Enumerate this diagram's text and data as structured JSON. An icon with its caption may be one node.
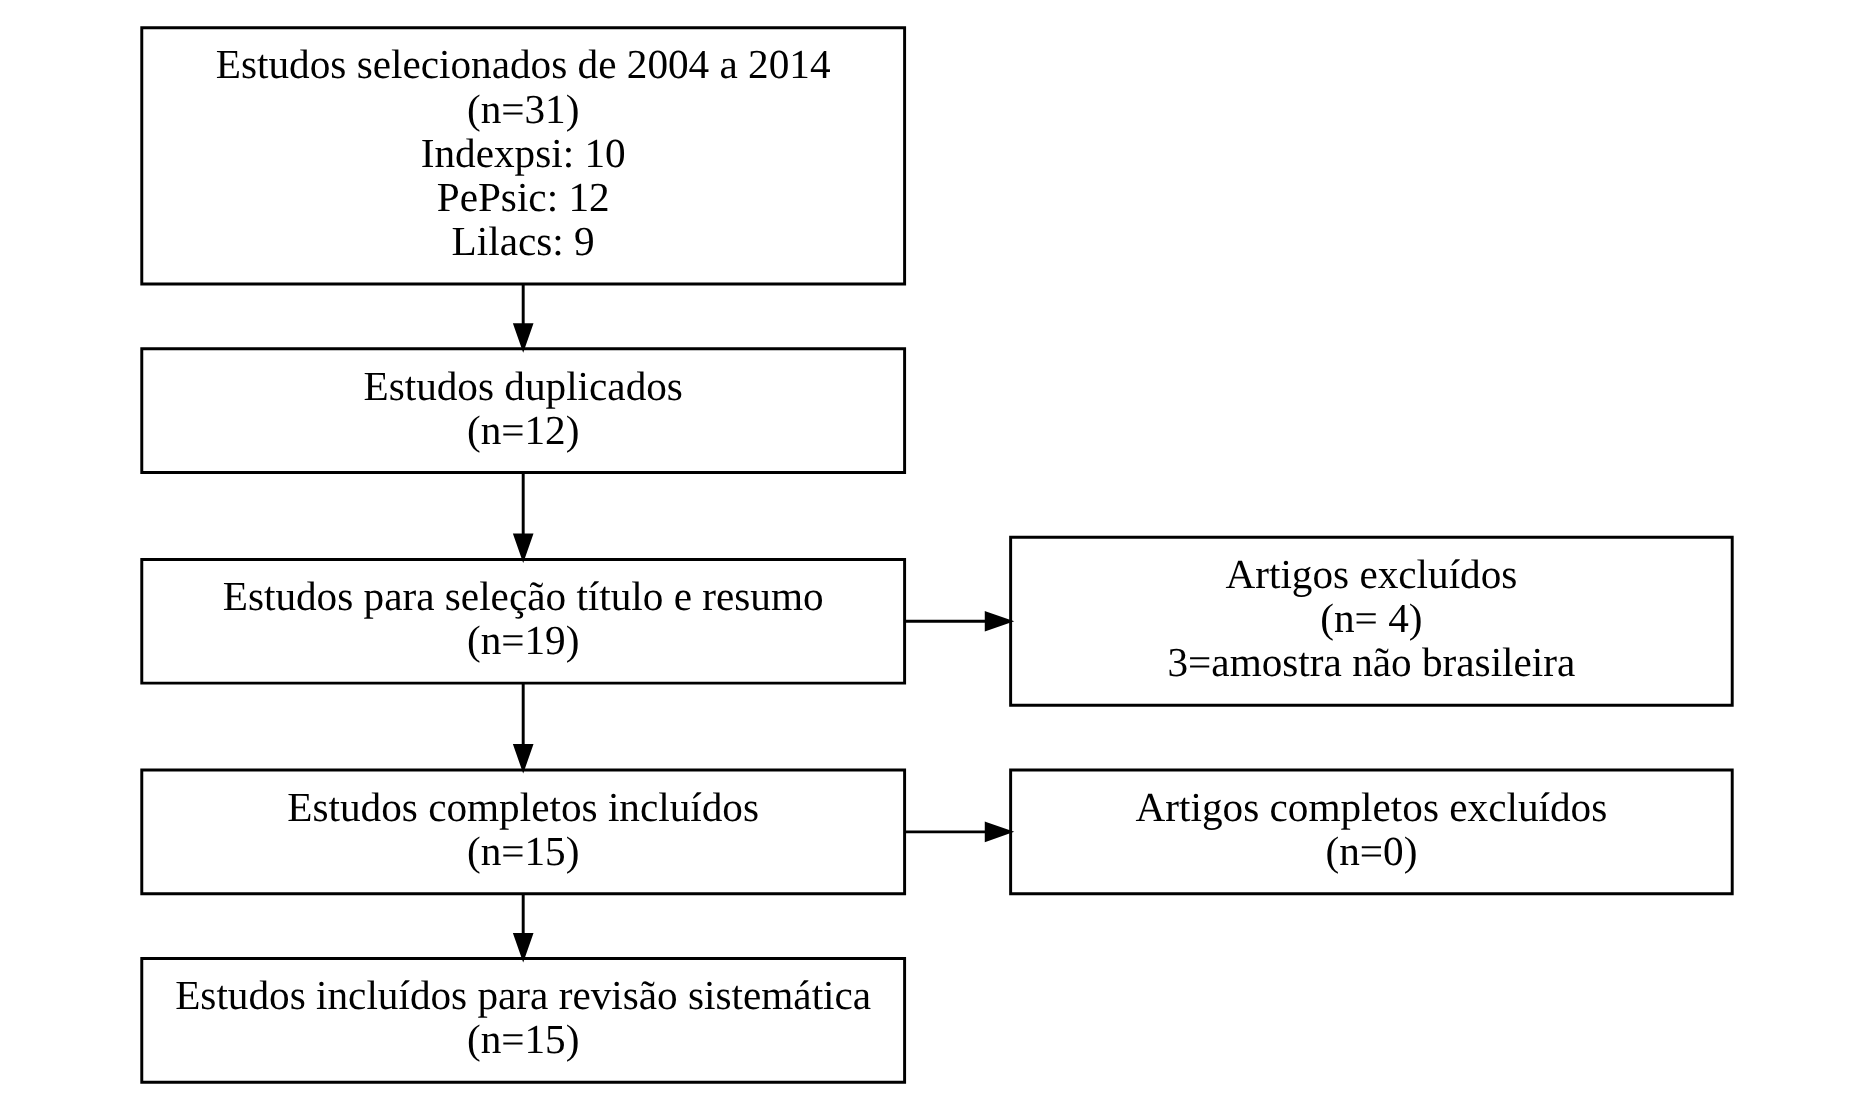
{
  "diagram": {
    "nodes": [
      {
        "text": [
          "Estudos selecionados de 2004 a 2014",
          "(n=31)",
          "Indexpsi: 10",
          "PePsic: 12",
          "Lilacs: 9"
        ]
      },
      {
        "text": [
          "Estudos duplicados",
          "(n=12)"
        ]
      },
      {
        "text": [
          "Estudos para seleção título e resumo",
          "(n=19)"
        ]
      },
      {
        "text": [
          "Estudos completos incluídos",
          "(n=15)"
        ]
      },
      {
        "text": [
          "Estudos incluídos para revisão sistemática",
          "(n=15)"
        ]
      },
      {
        "text": [
          "Artigos excluídos",
          "(n= 4)",
          "3=amostra não brasileira"
        ]
      },
      {
        "text": [
          "Artigos completos excluídos",
          "(n=0)"
        ]
      }
    ],
    "edges": [
      {
        "from": 0,
        "to": 1,
        "arrow": "to"
      },
      {
        "from": 1,
        "to": 2,
        "arrow": "to"
      },
      {
        "from": 2,
        "to": 3,
        "arrow": "to"
      },
      {
        "from": 3,
        "to": 4,
        "arrow": "to"
      },
      {
        "from": 2,
        "to": 5,
        "arrow": "to"
      },
      {
        "from": 3,
        "to": 6,
        "arrow": "to"
      }
    ]
  }
}
